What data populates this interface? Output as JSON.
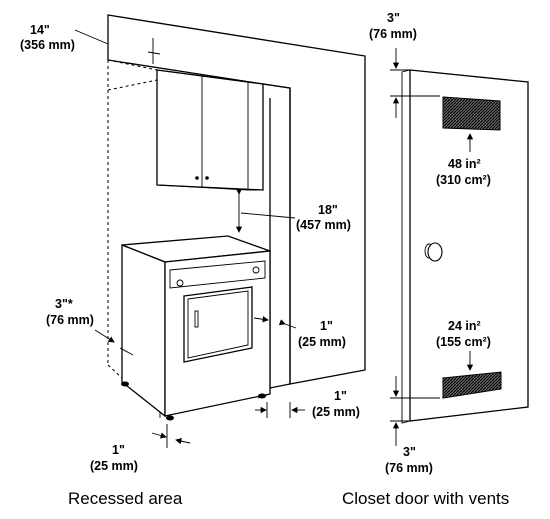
{
  "labels": {
    "recess_side_in": "14\"",
    "recess_side_mm": "(356 mm)",
    "cabinet_gap_in": "18\"",
    "cabinet_gap_mm": "(457 mm)",
    "rear_gap_in": "3\"*",
    "rear_gap_mm": "(76 mm)",
    "side_gap_right_in": "1\"",
    "side_gap_right_mm": "(25 mm)",
    "bottom_right_in": "1\"",
    "bottom_right_mm": "(25 mm)",
    "bottom_left_in": "1\"",
    "bottom_left_mm": "(25 mm)",
    "door_top_in": "3\"",
    "door_top_mm": "(76 mm)",
    "vent_top_area": "48 in²",
    "vent_top_area_metric": "(310 cm²)",
    "vent_bottom_area": "24 in²",
    "vent_bottom_area_metric": "(155 cm²)",
    "door_bottom_in": "3\"",
    "door_bottom_mm": "(76 mm)"
  },
  "captions": {
    "recessed": "Recessed area",
    "closet": "Closet door with vents"
  }
}
